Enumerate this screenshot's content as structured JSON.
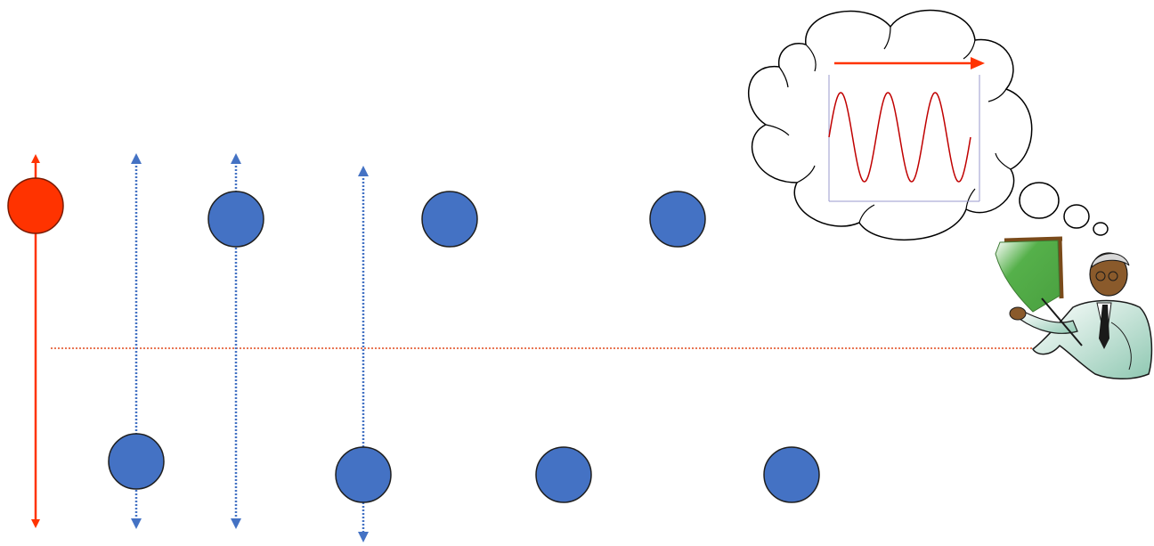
{
  "colors": {
    "background": "#ffffff",
    "source_particle": "#ff3300",
    "source_outline": "#7a1a00",
    "particle": "#4472c4",
    "particle_outline": "#1f1f1f",
    "dotted_guide": "#4472c4",
    "reference_line": "#e0481c",
    "wave_curve": "#c00000",
    "wave_arrow": "#ff3300",
    "plot_axis": "#9999cc",
    "board": "#55b04a",
    "board_frame": "#7a4a1a",
    "coat": "#a9d3c3",
    "skin": "#8a5a2b"
  },
  "icons": {
    "thought_cloud": "thought-cloud-icon",
    "presenter": "presenter-with-pointer-icon",
    "direction_arrow": "propagation-arrow-icon"
  },
  "diagram": {
    "source_particle": {
      "role": "oscillating-source",
      "displacement": "up",
      "arrows": "up-down"
    },
    "particles": [
      {
        "id": "p1",
        "displacement": "down",
        "guide": true
      },
      {
        "id": "p2",
        "displacement": "up",
        "guide": true
      },
      {
        "id": "p3",
        "displacement": "down",
        "guide": true
      },
      {
        "id": "p4",
        "displacement": "up",
        "guide": false
      },
      {
        "id": "p5",
        "displacement": "down",
        "guide": false
      },
      {
        "id": "p6",
        "displacement": "up",
        "guide": false
      },
      {
        "id": "p7",
        "displacement": "down",
        "guide": false
      }
    ],
    "thought_bubble": {
      "wave_cycles": 3,
      "propagation_direction": "right"
    }
  }
}
